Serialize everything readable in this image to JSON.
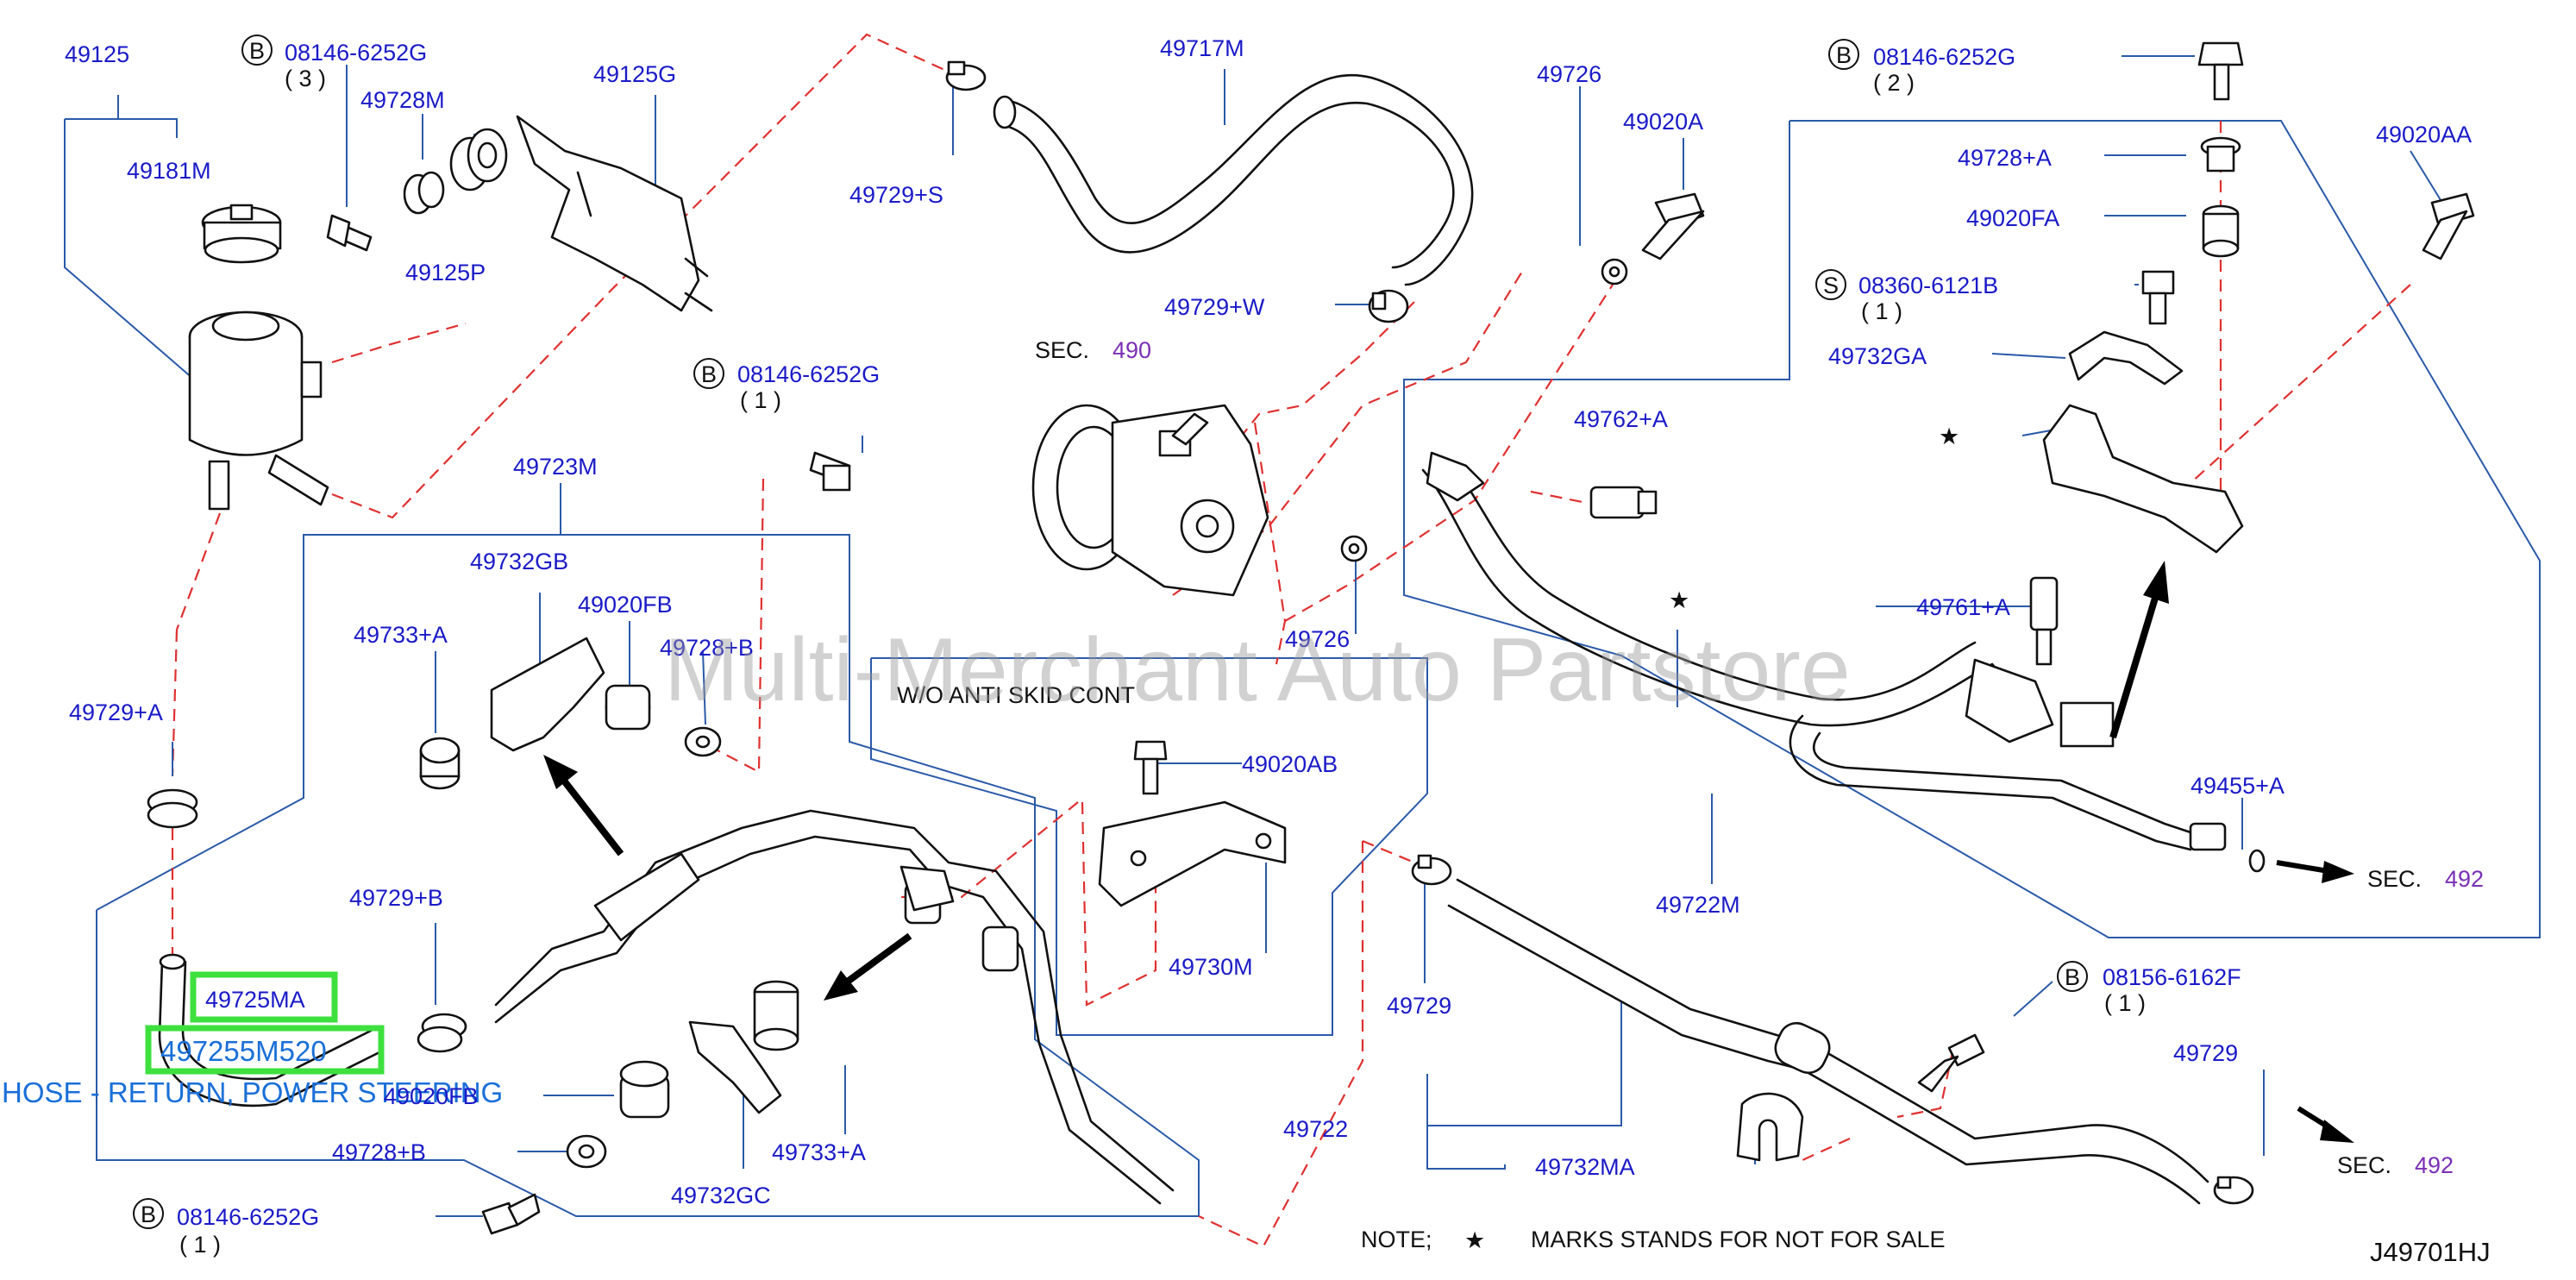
{
  "labels": {
    "p49125": "49125",
    "p49181M": "49181M",
    "p49728M": "49728M",
    "p49125P": "49125P",
    "p49125G": "49125G",
    "b_top_left": "08146-6252G",
    "b_top_left_qty": "( 3 )",
    "p49717M": "49717M",
    "p49729S": "49729+S",
    "p49729W": "49729+W",
    "sec490_prefix": "SEC.",
    "sec490_num": "490",
    "b_mid": "08146-6252G",
    "b_mid_qty": "( 1 )",
    "p49723M": "49723M",
    "p49732GB": "49732GB",
    "p49020FB_top": "49020FB",
    "p49733A_top": "49733+A",
    "p49728B_top": "49728+B",
    "p49729A": "49729+A",
    "p49729B": "49729+B",
    "p49725MA": "49725MA",
    "p497255M520": "497255M520",
    "hose_desc": "HOSE - RETURN, POWER STEERING",
    "p49020FB_bottom": "49020FB",
    "p49728B_bottom": "49728+B",
    "b_bottom_left": "08146-6252G",
    "b_bottom_left_qty": "( 1 )",
    "p49732GC": "49732GC",
    "p49733A_bottom": "49733+A",
    "wo_text": "W/O   ANTI   SKID   CONT",
    "p49020AB": "49020AB",
    "p49730M": "49730M",
    "p49726_top": "49726",
    "p49020A": "49020A",
    "p49726_mid": "49726",
    "b_top_right": "08146-6252G",
    "b_top_right_qty": "( 2 )",
    "p49728A": "49728+A",
    "p49020FA": "49020FA",
    "p49020AA": "49020AA",
    "s_code": "08360-6121B",
    "s_qty": "( 1   )",
    "p49732GA": "49732GA",
    "p49762A": "49762+A",
    "p49761A": "49761+A",
    "p49455A": "49455+A",
    "sec492_prefix": "SEC.",
    "sec492_num": "492",
    "p49722M": "49722M",
    "p49729_left": "49729",
    "b_bottom_right": "08156-6162F",
    "b_bottom_right_qty": "( 1 )",
    "p49729_right": "49729",
    "sec492b_prefix": "SEC.",
    "sec492b_num": "492",
    "p49722": "49722",
    "p49732MA": "49732MA",
    "note": "NOTE;",
    "note_text": "MARKS   STANDS   FOR   NOT   FOR   SALE",
    "diagram_id": "J49701HJ",
    "watermark": "Multi-Merchant Auto Partstore",
    "circle_b": "B",
    "circle_s": "S",
    "star": "★"
  },
  "colors": {
    "part_number": "#1a1ac8",
    "section_number": "#7a2fb5",
    "leader": "#2a5aa8",
    "dashed": "#e03030",
    "highlight": "#3ee03e",
    "hose_description": "#1a6fd8"
  }
}
